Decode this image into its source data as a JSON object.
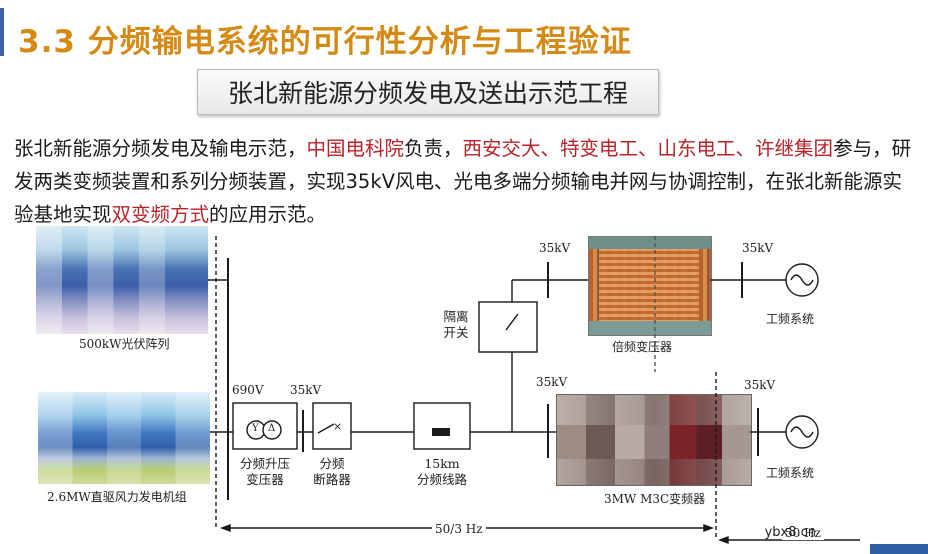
{
  "header": {
    "title": "3.3 分频输电系统的可行性分析与工程验证",
    "subtitle": "张北新能源分频发电及送出示范工程"
  },
  "paragraph": [
    {
      "text": "张北新能源分频发电及输电示范，",
      "hl": false
    },
    {
      "text": "中国电科院",
      "hl": true
    },
    {
      "text": "负责，",
      "hl": false
    },
    {
      "text": "西安交大、特变电工、山东电工、许继集团",
      "hl": true
    },
    {
      "text": "参与，研发两类变频装置和系列分频装置，实现35kV风电、光电多端分频输电并网与协调控制，在张北新能源实验基地实现",
      "hl": false
    },
    {
      "text": "双变频方式",
      "hl": true
    },
    {
      "text": "的应用示范。",
      "hl": false
    }
  ],
  "diagram": {
    "pv_label": "500kW光伏阵列",
    "wind_label": "2.6MW直驱风力发电机组",
    "v690": "690V",
    "v35_a": "35kV",
    "v35_b": "35kV",
    "v35_c": "35kV",
    "v35_d": "35kV",
    "v35_e": "35kV",
    "transformer_label": "分频升压\n变压器",
    "breaker_label": "分频\n断路器",
    "line_label": "15km\n分频线路",
    "isolator_label": "隔离\n开关",
    "multiplier_label": "倍频变压器",
    "converter_label": "3MW M3C变频器",
    "grid_top_label": "工频系统",
    "grid_bot_label": "工频系统",
    "freq_left": "50/3 Hz",
    "freq_right": "50 Hz",
    "y_symbol": "Y",
    "delta_symbol": "Δ",
    "x_symbol": "×"
  },
  "footer": {
    "watermark": "ybx8.cn"
  }
}
